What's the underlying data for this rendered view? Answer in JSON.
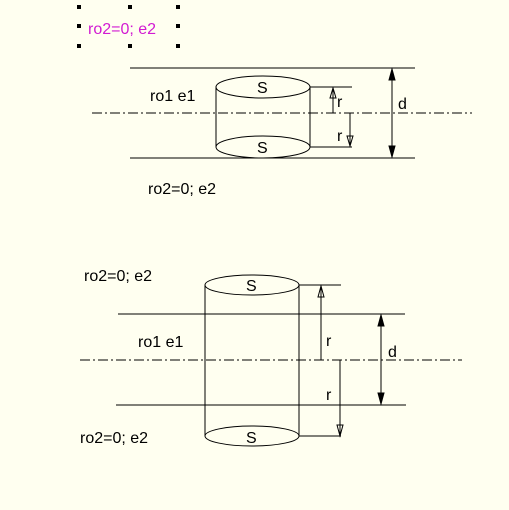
{
  "selected_label": {
    "text": "ro2=0; e2",
    "color": "#d21bd2"
  },
  "top_diagram": {
    "medium_inner": "ro1 e1",
    "medium_outer": "ro2=0; e2",
    "surface_top": "S",
    "surface_bottom": "S",
    "radius_up": "r",
    "radius_down": "r",
    "thickness": "d"
  },
  "bottom_diagram": {
    "medium_outer_top": "ro2=0; e2",
    "medium_inner": "ro1 e1",
    "medium_outer_bottom": "ro2=0; e2",
    "surface_top": "S",
    "surface_bottom": "S",
    "radius_up": "r",
    "radius_down": "r",
    "thickness": "d"
  },
  "colors": {
    "background": "#fffff0",
    "line": "#000000",
    "selection": "#d21bd2"
  }
}
